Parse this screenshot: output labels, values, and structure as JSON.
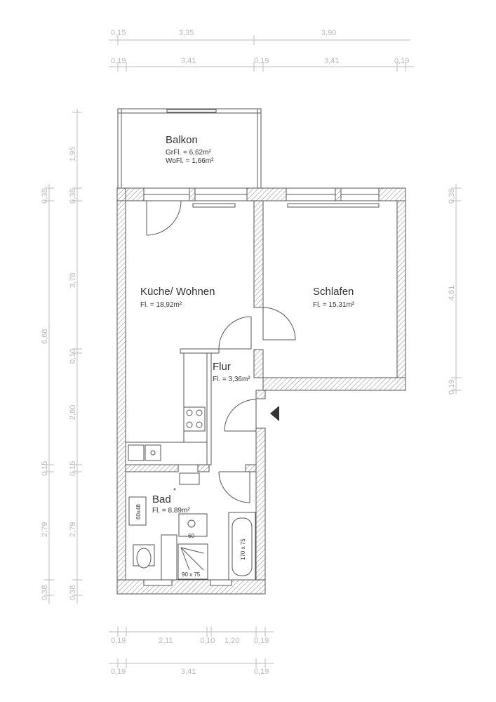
{
  "dimensions": {
    "top_row1": [
      "0,15",
      "3,35",
      "3,90"
    ],
    "top_row2": [
      "0,19",
      "3,41",
      "0,19",
      "3,41",
      "0,19"
    ],
    "left_outer": [
      "0,38",
      "6,68",
      "0,15",
      "2,79",
      "0,38"
    ],
    "left_inner": [
      "1,95",
      "0,38",
      "3,78",
      "0,10",
      "2,80",
      "0,15",
      "2,79",
      "0,38"
    ],
    "right": [
      "0,38",
      "4,61",
      "0,19"
    ],
    "bottom_row1": [
      "0,19",
      "2,11",
      "0,10",
      "1,20",
      "0,19"
    ],
    "bottom_row2": [
      "0,19",
      "3,41",
      "0,19"
    ]
  },
  "rooms": {
    "balkon": {
      "name": "Balkon",
      "area1": "GrFl. = 6,62m²",
      "area2": "WoFl. = 1,66m²"
    },
    "kueche": {
      "name": "Küche/ Wohnen",
      "area": "Fl. = 18,92m²"
    },
    "schlafen": {
      "name": "Schlafen",
      "area": "Fl. = 15,31m²"
    },
    "flur": {
      "name": "Flur",
      "area": "Fl. = 3,36m²"
    },
    "bad": {
      "name": "Bad",
      "mark": "*",
      "area": "Fl. = 8,89m²"
    }
  },
  "fixtures": {
    "washer": "60x48",
    "sink": "60",
    "shower": "90 x 75",
    "bathtub": "170 x 75"
  },
  "colors": {
    "wall": "#555555",
    "dimension": "#b9b9b9"
  }
}
